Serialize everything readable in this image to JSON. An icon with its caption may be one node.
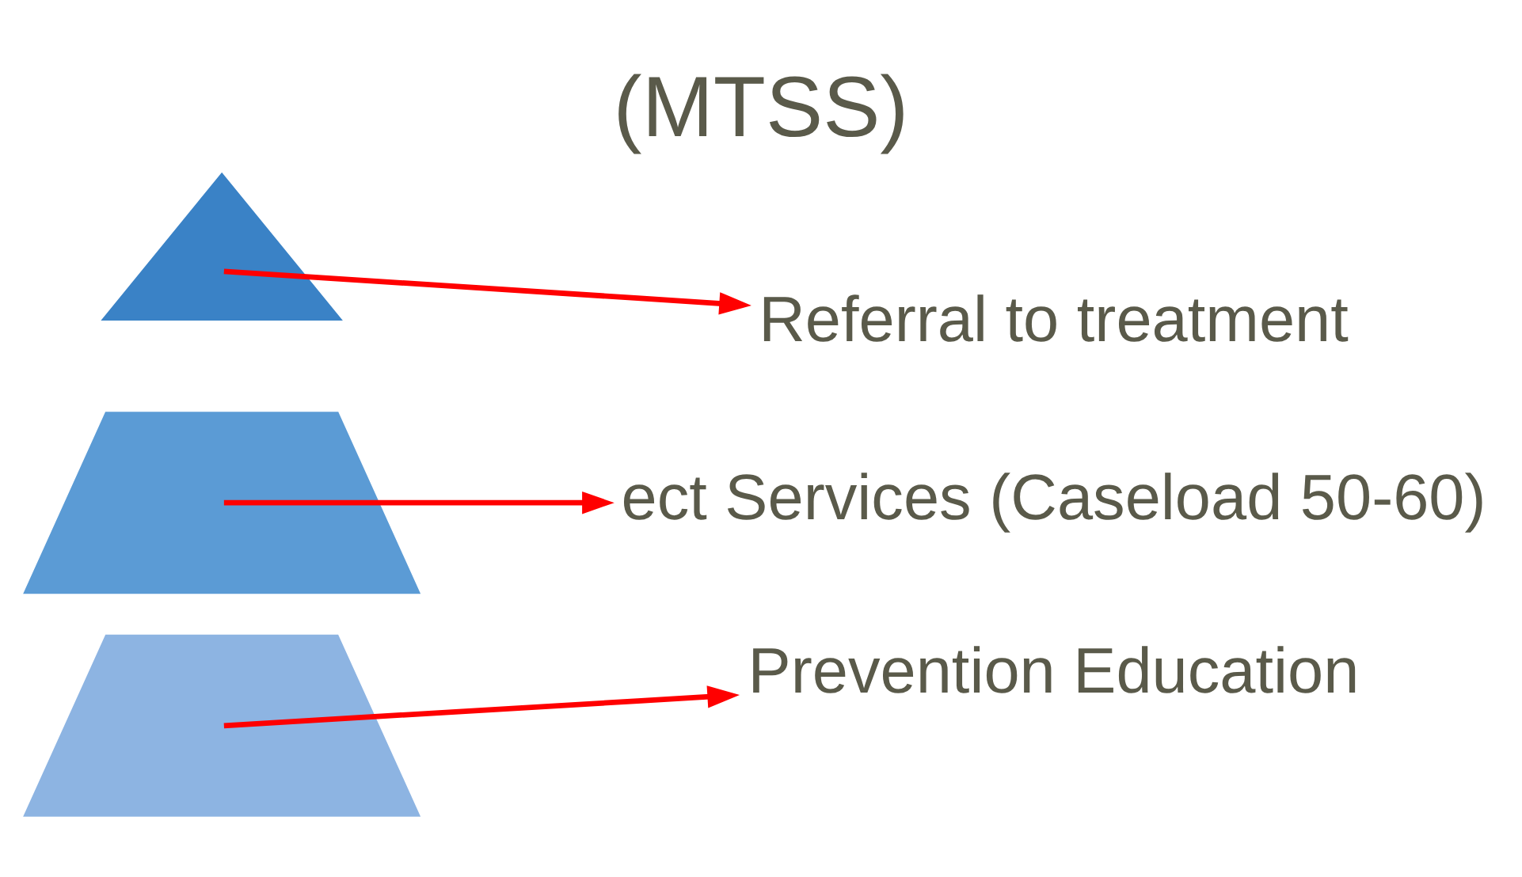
{
  "diagram": {
    "title": "(MTSS)",
    "nodes": [
      {
        "text": [],
        "shape": "triangle"
      },
      {
        "text": [],
        "shape": "trapezium"
      },
      {
        "text": [],
        "shape": "trapezium"
      },
      {
        "text": [
          "Referral to treatment"
        ]
      },
      {
        "text": [
          "ect Services (Caseload 50-60)"
        ]
      },
      {
        "text": [
          "Prevention Education"
        ]
      }
    ],
    "edges": [
      {
        "from": 0,
        "to": 3,
        "arrow": "to"
      },
      {
        "from": 1,
        "to": 4,
        "arrow": "to"
      },
      {
        "from": 2,
        "to": 5,
        "arrow": "to"
      }
    ]
  }
}
